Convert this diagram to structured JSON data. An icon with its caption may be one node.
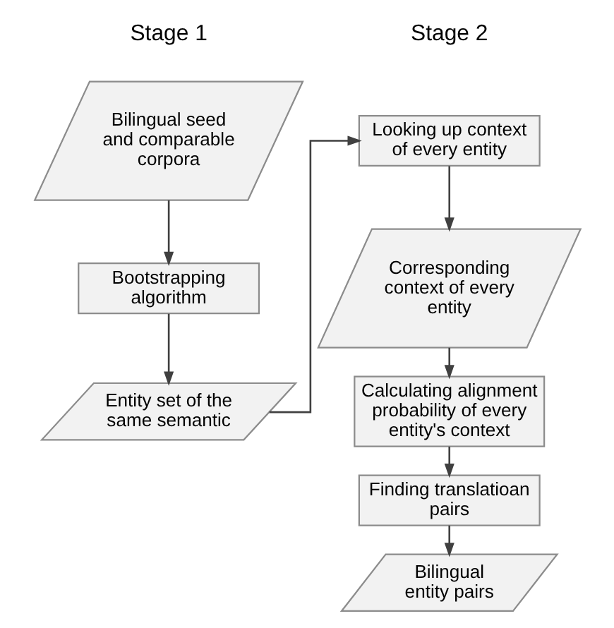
{
  "diagram": {
    "nodes": [
      {
        "text": [
          "Bilingual seed and comparable corpora"
        ]
      },
      {
        "text": [
          "Bootstrapping algorithm"
        ]
      },
      {
        "text": [
          "Entity set of the same semantic"
        ]
      },
      {
        "text": [
          "Looking up context of every entity"
        ]
      },
      {
        "text": [
          "Corresponding context of every entity"
        ]
      },
      {
        "text": [
          "Calculating alignment probability of every entity's context"
        ]
      },
      {
        "text": [
          "Finding translatioan pairs"
        ]
      },
      {
        "text": [
          "Bilingual entity pairs"
        ]
      }
    ],
    "edges": [
      {
        "from": 0,
        "to": 1,
        "arrow": "to"
      },
      {
        "from": 1,
        "to": 2,
        "arrow": "to"
      },
      {
        "from": 2,
        "to": 3,
        "arrow": "to"
      },
      {
        "from": 3,
        "to": 4,
        "arrow": "to"
      },
      {
        "from": 4,
        "to": 5,
        "arrow": "to"
      },
      {
        "from": 5,
        "to": 6,
        "arrow": "to"
      },
      {
        "from": 6,
        "to": 7,
        "arrow": "to"
      }
    ],
    "labels": [
      "Stage 1",
      "Stage 2"
    ]
  }
}
